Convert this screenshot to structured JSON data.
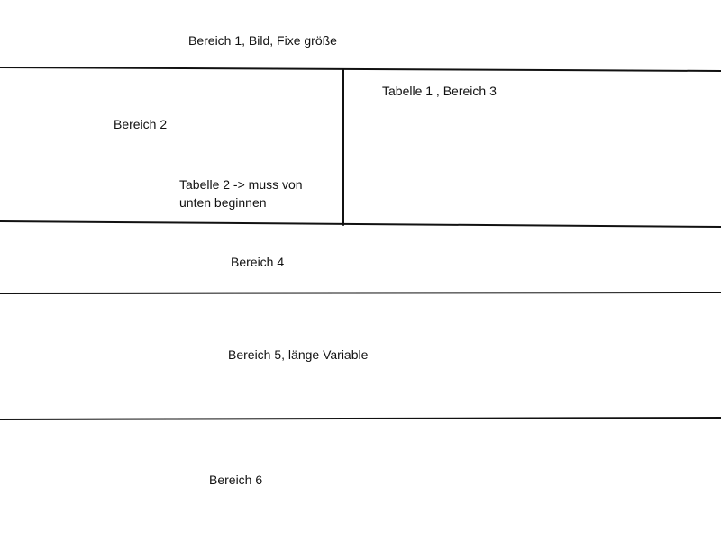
{
  "labels": {
    "bereich1": "Bereich 1, Bild, Fixe größe",
    "bereich2": "Bereich 2",
    "tabelle1": "Tabelle 1 , Bereich 3",
    "tabelle2": {
      "line1": "Tabelle 2 -> muss von",
      "line2": "unten beginnen"
    },
    "bereich4": "Bereich 4",
    "bereich5": "Bereich 5, länge Variable",
    "bereich6": "Bereich 6"
  }
}
